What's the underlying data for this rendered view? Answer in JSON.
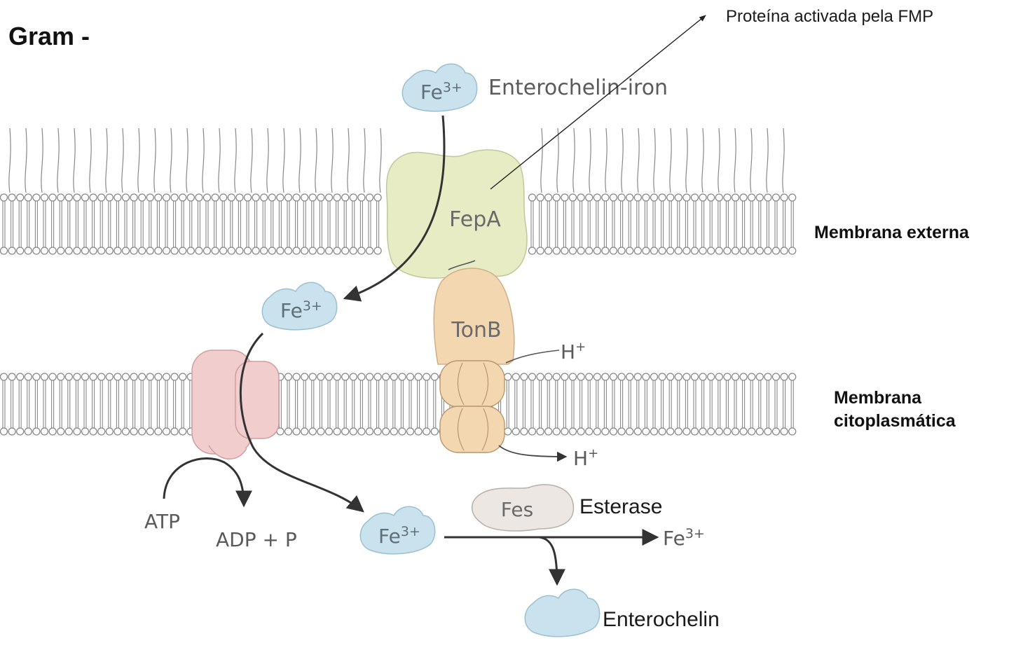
{
  "title": "Gram -",
  "callout": "Proteína activada pela FMP",
  "membranes": {
    "outer": "Membrana externa",
    "inner_line1": "Membrana",
    "inner_line2": "citoplasmática"
  },
  "proteins": {
    "fepa": "FepA",
    "tonb": "TonB",
    "fes": "Fes"
  },
  "molecules": {
    "enterochelin_iron": "Enterochelin-iron",
    "fe_base": "Fe",
    "fe_charge": "3+",
    "enterochelin": "Enterochelin",
    "esterase": "Esterase",
    "atp": "ATP",
    "adp": "ADP + P",
    "h_base": "H",
    "h_charge": "+"
  },
  "colors": {
    "iron_complex": "#c9e2ee",
    "fepa": "#e8ecc4",
    "tonb": "#f3d7b1",
    "abc_transporter": "#f1cdcd",
    "fes": "#ece7e2",
    "membrane_head": "#ffffff",
    "membrane_line": "#888888"
  }
}
